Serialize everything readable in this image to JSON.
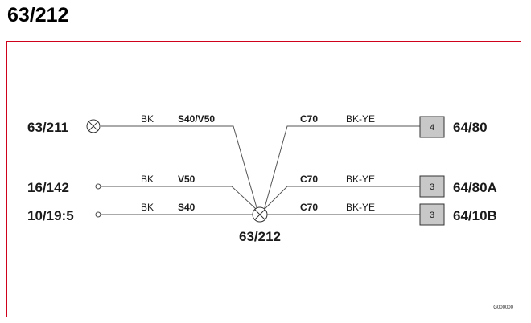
{
  "title": "63/212",
  "center": {
    "label": "63/212"
  },
  "left_nodes": [
    {
      "label": "63/211",
      "type": "ground"
    },
    {
      "label": "16/142",
      "type": "eyelet"
    },
    {
      "label": "10/19:5",
      "type": "eyelet"
    }
  ],
  "left_wires": [
    {
      "color": "BK",
      "variant": "S40/V50"
    },
    {
      "color": "BK",
      "variant": "V50"
    },
    {
      "color": "BK",
      "variant": "S40"
    }
  ],
  "right_wires": [
    {
      "variant": "C70",
      "color": "BK-YE"
    },
    {
      "variant": "C70",
      "color": "BK-YE"
    },
    {
      "variant": "C70",
      "color": "BK-YE"
    }
  ],
  "right_nodes": [
    {
      "pin": "4",
      "label": "64/80"
    },
    {
      "pin": "3",
      "label": "64/80A"
    },
    {
      "pin": "3",
      "label": "64/10B"
    }
  ],
  "code": "G000000",
  "colors": {
    "frame": "#d0021b",
    "wire": "#555555",
    "connector_fill": "#c8c8c8"
  }
}
